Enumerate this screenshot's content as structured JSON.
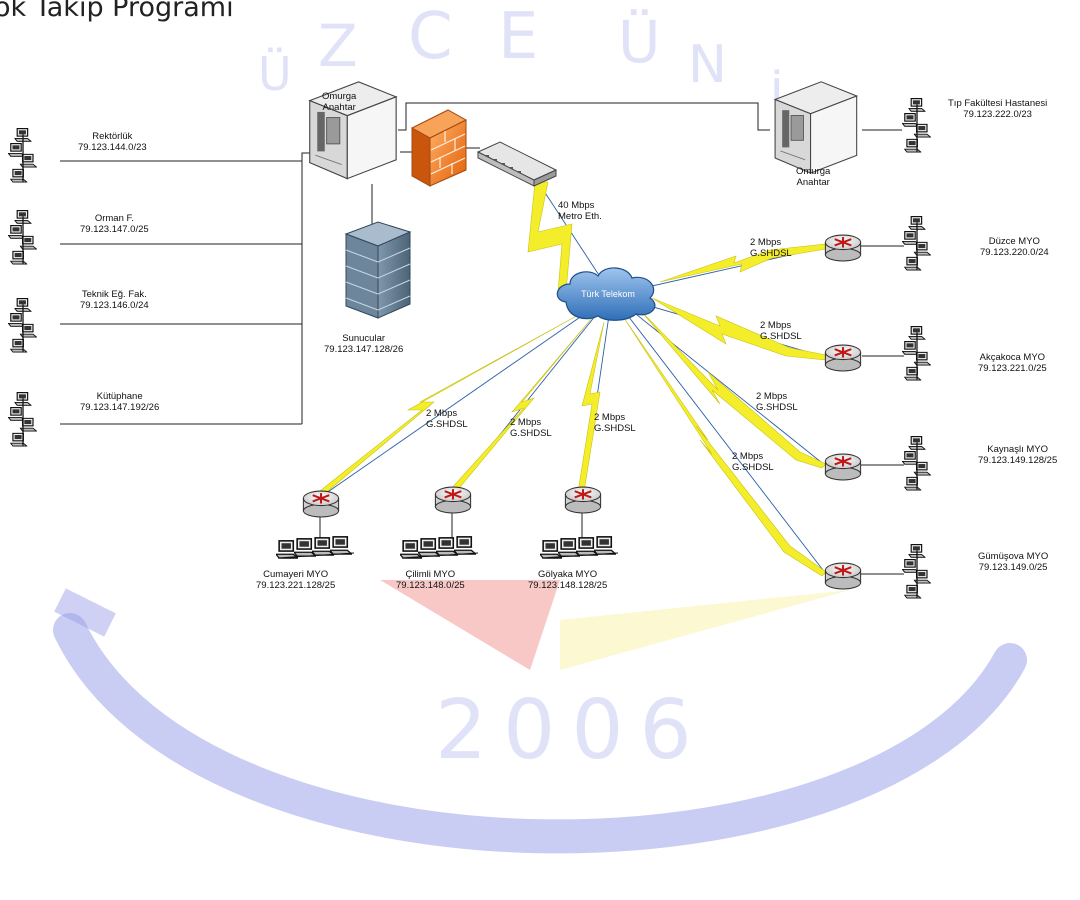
{
  "title": "ok Takip Programı",
  "watermark": {
    "letters": [
      "Ü",
      "Z",
      "C",
      "E",
      "Ü",
      "N",
      "İ"
    ],
    "year": "2006",
    "colors": {
      "arc": "#3b48d6",
      "red": "#e53935",
      "yellow": "#f2ea6b",
      "light": "#c7cbf2"
    }
  },
  "backbone": [
    {
      "line1": "Omurga",
      "line2": "Anahtar"
    },
    {
      "line1": "Omurga",
      "line2": "Anahtar"
    }
  ],
  "servers": {
    "line1": "Sunucular",
    "line2": "79.123.147.128/26"
  },
  "metro": {
    "line1": "40 Mbps",
    "line2": "Metro Eth."
  },
  "cloud": {
    "label": "Türk Telekom"
  },
  "lans": [
    {
      "id": "rektorluk",
      "name": "Rektörlük",
      "subnet": "79.123.144.0/23"
    },
    {
      "id": "orman",
      "name": "Orman F.",
      "subnet": "79.123.147.0/25"
    },
    {
      "id": "teknik",
      "name": "Teknik Eğ. Fak.",
      "subnet": "79.123.146.0/24"
    },
    {
      "id": "kutuphane",
      "name": "Kütüphane",
      "subnet": "79.123.147.192/26"
    }
  ],
  "hospital": {
    "name": "Tıp Fakültesi Hastanesi",
    "subnet": "79.123.222.0/23"
  },
  "remote_sites": [
    {
      "id": "duzce",
      "name": "Düzce MYO",
      "subnet": "79.123.220.0/24",
      "speed": "2 Mbps",
      "tech": "G.SHDSL"
    },
    {
      "id": "akcakoca",
      "name": "Akçakoca MYO",
      "subnet": "79.123.221.0/25",
      "speed": "2 Mbps",
      "tech": "G.SHDSL"
    },
    {
      "id": "kaynasli",
      "name": "Kaynaşlı MYO",
      "subnet": "79.123.149.128/25",
      "speed": "2 Mbps",
      "tech": "G.SHDSL"
    },
    {
      "id": "gumusova",
      "name": "Gümüşova MYO",
      "subnet": "79.123.149.0/25",
      "speed": "2 Mbps",
      "tech": "G.SHDSL"
    },
    {
      "id": "golyaka",
      "name": "Gölyaka MYO",
      "subnet": "79.123.148.128/25",
      "speed": "2 Mbps",
      "tech": "G.SHDSL"
    },
    {
      "id": "cilimli",
      "name": "Çilimli MYO",
      "subnet": "79.123.148.0/25",
      "speed": "2 Mbps",
      "tech": "G.SHDSL"
    },
    {
      "id": "cumayeri",
      "name": "Cumayeri MYO",
      "subnet": "79.123.221.128/25",
      "speed": "2 Mbps",
      "tech": "G.SHDSL"
    }
  ]
}
